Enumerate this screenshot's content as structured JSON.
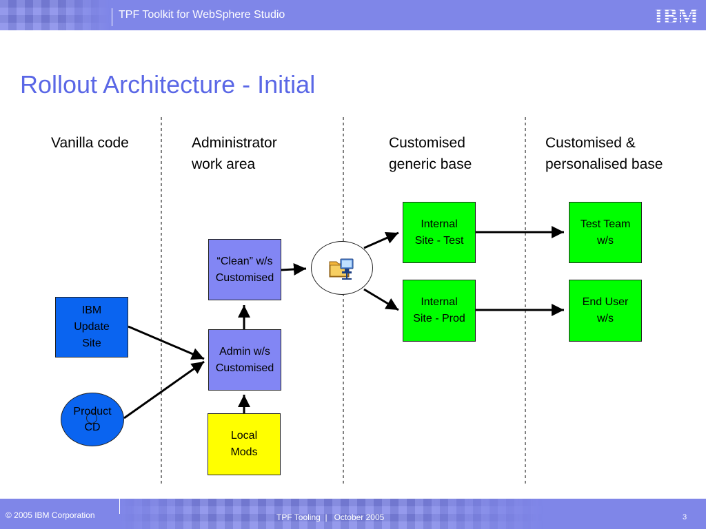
{
  "header": {
    "title": "TPF Toolkit for WebSphere Studio",
    "logo_text": "IBM"
  },
  "slide": {
    "title": "Rollout Architecture - Initial"
  },
  "columns": [
    "Vanilla code",
    "Administrator\nwork area",
    "Customised\ngeneric base",
    "Customised &\npersonalised base"
  ],
  "nodes": {
    "ibm_update_site": "IBM\nUpdate\nSite",
    "product_cd": "Product\nCD",
    "clean_ws": "“Clean” w/s\nCustomised",
    "admin_ws": "Admin w/s\nCustomised",
    "local_mods": "Local\nMods",
    "internal_test": "Internal\nSite - Test",
    "internal_prod": "Internal\nSite - Prod",
    "test_team": "Test Team\nw/s",
    "end_user": "End User\nw/s"
  },
  "footer": {
    "copyright": "© 2005 IBM Corporation",
    "center": "TPF Tooling  |   October 2005",
    "page": "3"
  },
  "colors": {
    "band": "#7f86e8",
    "title": "#5a67e6",
    "blue_node": "#0a64f0",
    "purple_node": "#8286f4",
    "green_node": "#00ff00",
    "yellow_node": "#ffff00"
  }
}
